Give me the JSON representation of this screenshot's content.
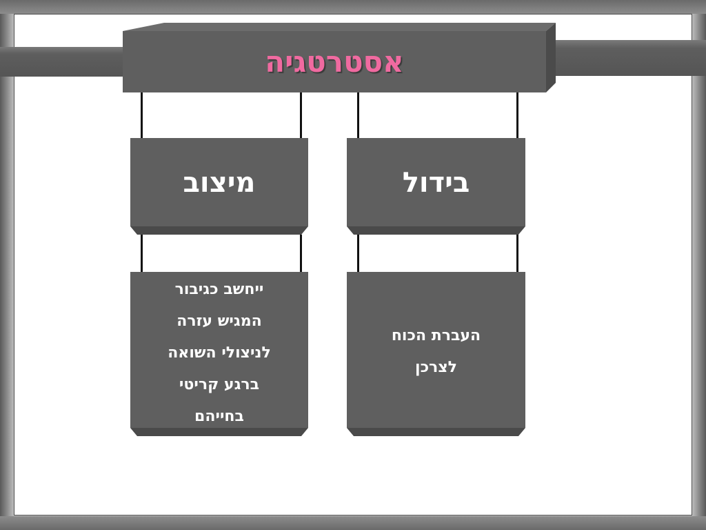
{
  "title": "אסטרטגיה",
  "columns": [
    {
      "header": "בידול",
      "body_lines": [
        "העברת הכוח",
        "לצרכן"
      ]
    },
    {
      "header": "מיצוב",
      "body_lines": [
        "ייחשב כגיבור",
        "המגיש עזרה",
        "לניצולי השואה",
        "ברגע קריטי",
        "בחייהם"
      ]
    }
  ]
}
